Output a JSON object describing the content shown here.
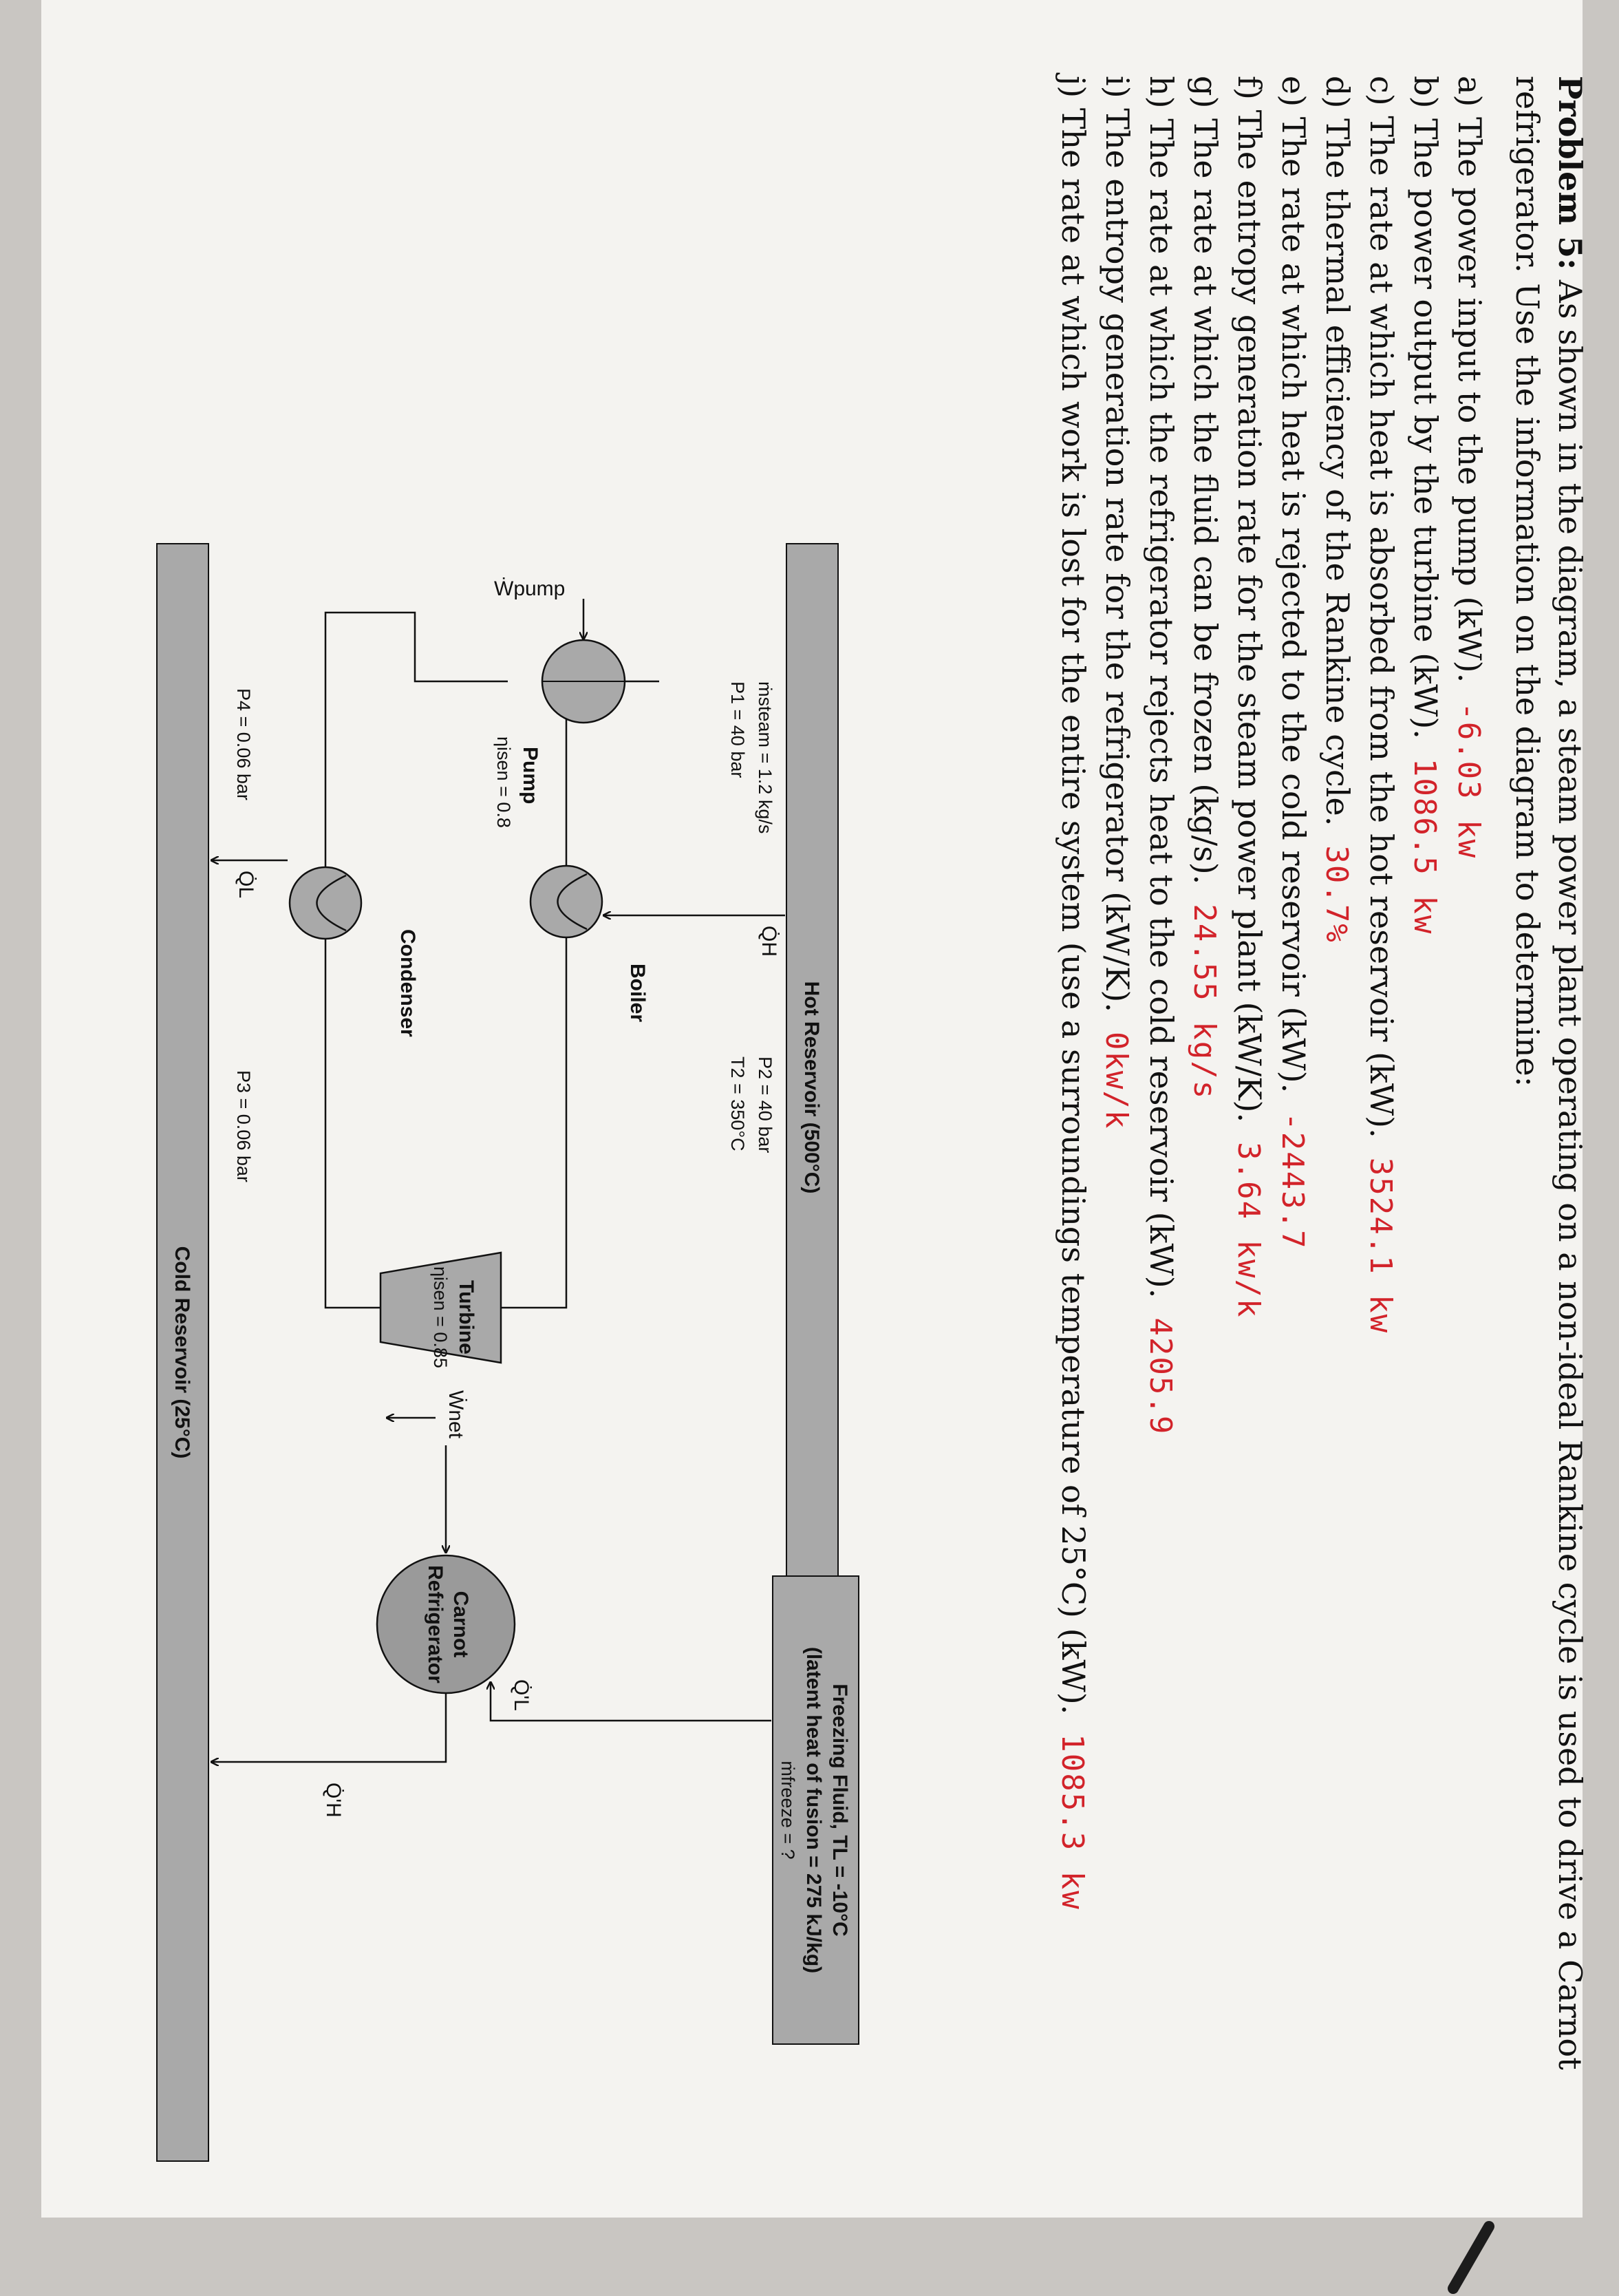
{
  "problem": {
    "heading": "Problem 5:",
    "intro": "As shown in the diagram, a steam power plant operating on a non-ideal Rankine cycle is used to drive a Carnot refrigerator. Use the information on the diagram to determine:",
    "questions": [
      {
        "text": "a) The power input to the pump (kW).",
        "answer": "-6.03 kw"
      },
      {
        "text": "b) The power output by the turbine (kW).",
        "answer": "1086.5 kw"
      },
      {
        "text": "c) The rate at which heat is absorbed from the hot reservoir (kW).",
        "answer": "3524.1 kw"
      },
      {
        "text": "d) The thermal efficiency of the Rankine cycle.",
        "answer": "30.7%"
      },
      {
        "text": "e) The rate at which heat is rejected to the cold reservoir (kW).",
        "answer": "-2443.7"
      },
      {
        "text": "f) The entropy generation rate for the steam power plant (kW/K).",
        "answer": "3.64 kw/k"
      },
      {
        "text": "g) The rate at which the fluid can be frozen (kg/s).",
        "answer": "24.55 kg/s"
      },
      {
        "text": "h) The rate at which the refrigerator rejects heat to the cold reservoir (kW).",
        "answer": "4205.9"
      },
      {
        "text": "i) The entropy generation rate for the refrigerator (kW/K).",
        "answer": "0kw/k"
      },
      {
        "text": "j) The rate at which work is lost for the entire system (use a surroundings temperature of 25°C) (kW).",
        "answer": "1085.3 kw"
      }
    ]
  },
  "diagram": {
    "hot_reservoir": "Hot Reservoir (500°C)",
    "cold_reservoir": "Cold Reservoir (25°C)",
    "boiler": "Boiler",
    "condenser": "Condenser",
    "pump": "Pump",
    "pump_eff": "ηisen = 0.8",
    "turbine": "Turbine",
    "turbine_eff": "ηisen = 0.85",
    "qh": "Q̇H",
    "ql": "Q̇L",
    "w_pump": "Ẇpump",
    "w_net": "Ẇnet",
    "state1_flow": "ṁsteam = 1.2 kg/s",
    "state1_p": "P1 = 40 bar",
    "state2_p": "P2 = 40 bar",
    "state2_t": "T2 = 350°C",
    "state3_p": "P3 = 0.06 bar",
    "state4_p": "P4 = 0.06 bar",
    "refrigerator": [
      "Carnot",
      "Refrigerator"
    ],
    "ql_prime": "Q̇'L",
    "qh_prime": "Q̇'H",
    "freezing_box": [
      "Freezing Fluid, TL = -10°C",
      "(latent heat of fusion = 275 kJ/kg)",
      "ṁfreeze = ?"
    ]
  },
  "colors": {
    "answer_ink": "#d2232a",
    "box_fill": "#a9a9a9",
    "circle_fill": "#9a9a9a"
  }
}
